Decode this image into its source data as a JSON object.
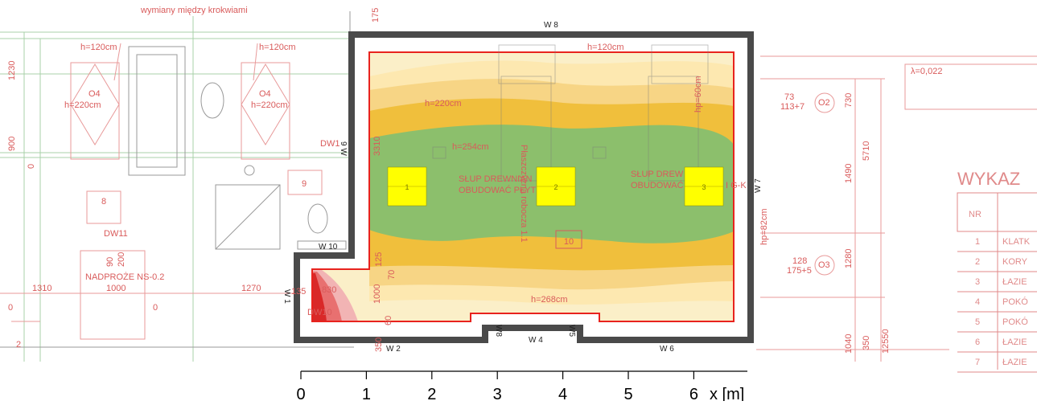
{
  "plan": {
    "room_number": "10",
    "room_left": "9",
    "room_8": "8",
    "room_2": "2",
    "top_note": "wymiany między krokwiami",
    "h120_a": "h=120cm",
    "h120_b": "h=120cm",
    "h120_c": "h=120cm",
    "h220_a": "h=220cm",
    "h220_b": "h=220cm",
    "h220_c": "h=220cm",
    "h254": "h=254cm",
    "h268": "h=268cm",
    "hp60": "hp=60cm",
    "hp82": "hp=82cm",
    "pillar_text_1": "SŁUP DREWNIAN",
    "pillar_text_1b": "OBUDOWAĆ PŁYT",
    "pillar_text_2": "SŁUP DREW",
    "pillar_text_2b": "OBUDOWAĆ",
    "pillar_text_2c": "I G-K",
    "work_plane": "Płaszczyzna robocza 1.1",
    "o4_a": "O4",
    "o4_b": "O4",
    "o2": "O2",
    "o3": "O3",
    "dw1": "DW1",
    "dw11": "DW11",
    "dw10": "DW10",
    "lintel": "NADPROŻE NS-0.2",
    "lambda": "λ=0,022",
    "walls": {
      "w1": "W 1",
      "w2": "W 2",
      "w4": "W 4",
      "w5": "W5",
      "w6": "W 6",
      "w7": "W 7",
      "w8": "W 8",
      "w8b": "W8",
      "w9": "9 W",
      "w10": "W 10"
    },
    "dims": {
      "d1230": "1230",
      "d900": "900",
      "d0a": "0",
      "d1310": "1310",
      "d1000a": "1000",
      "d0b": "0",
      "d1270": "1270",
      "d0c": "0",
      "d90": "90",
      "d200": "200",
      "d3310": "3310",
      "d125": "125",
      "d70": "70",
      "d1000b": "1000",
      "d60": "60",
      "d350": "350",
      "d135": "135",
      "d830": "830",
      "d73": "73",
      "d113": "113+7",
      "d730": "730",
      "d5710": "5710",
      "d1490": "1490",
      "d128": "128",
      "d175": "175+5",
      "d1280": "1280",
      "d1040": "1040",
      "d350b": "350",
      "d12550": "12550",
      "d175top": "175"
    }
  },
  "pillars": [
    "1",
    "2",
    "3"
  ],
  "wykaz": {
    "title": "WYKAZ",
    "header": "NR",
    "rows": [
      {
        "nr": "1",
        "name": "KLATK"
      },
      {
        "nr": "2",
        "name": "KORY"
      },
      {
        "nr": "3",
        "name": "ŁAZIE"
      },
      {
        "nr": "4",
        "name": "POKÓ"
      },
      {
        "nr": "5",
        "name": "POKÓ"
      },
      {
        "nr": "6",
        "name": "ŁAZIE"
      },
      {
        "nr": "7",
        "name": "ŁAZIE"
      }
    ]
  },
  "scale": {
    "ticks": [
      "0",
      "1",
      "2",
      "3",
      "4",
      "5",
      "6"
    ],
    "unit_label": "x [m]"
  },
  "colors": {
    "green": "#8cbf6c",
    "gold": "#f0bf3c",
    "light_yellow": "#fde8b0",
    "pale_yellow": "#fbefc8",
    "red_outline": "#e8231e",
    "wall": "#4a4a4a",
    "pillar": "#ffff00"
  }
}
